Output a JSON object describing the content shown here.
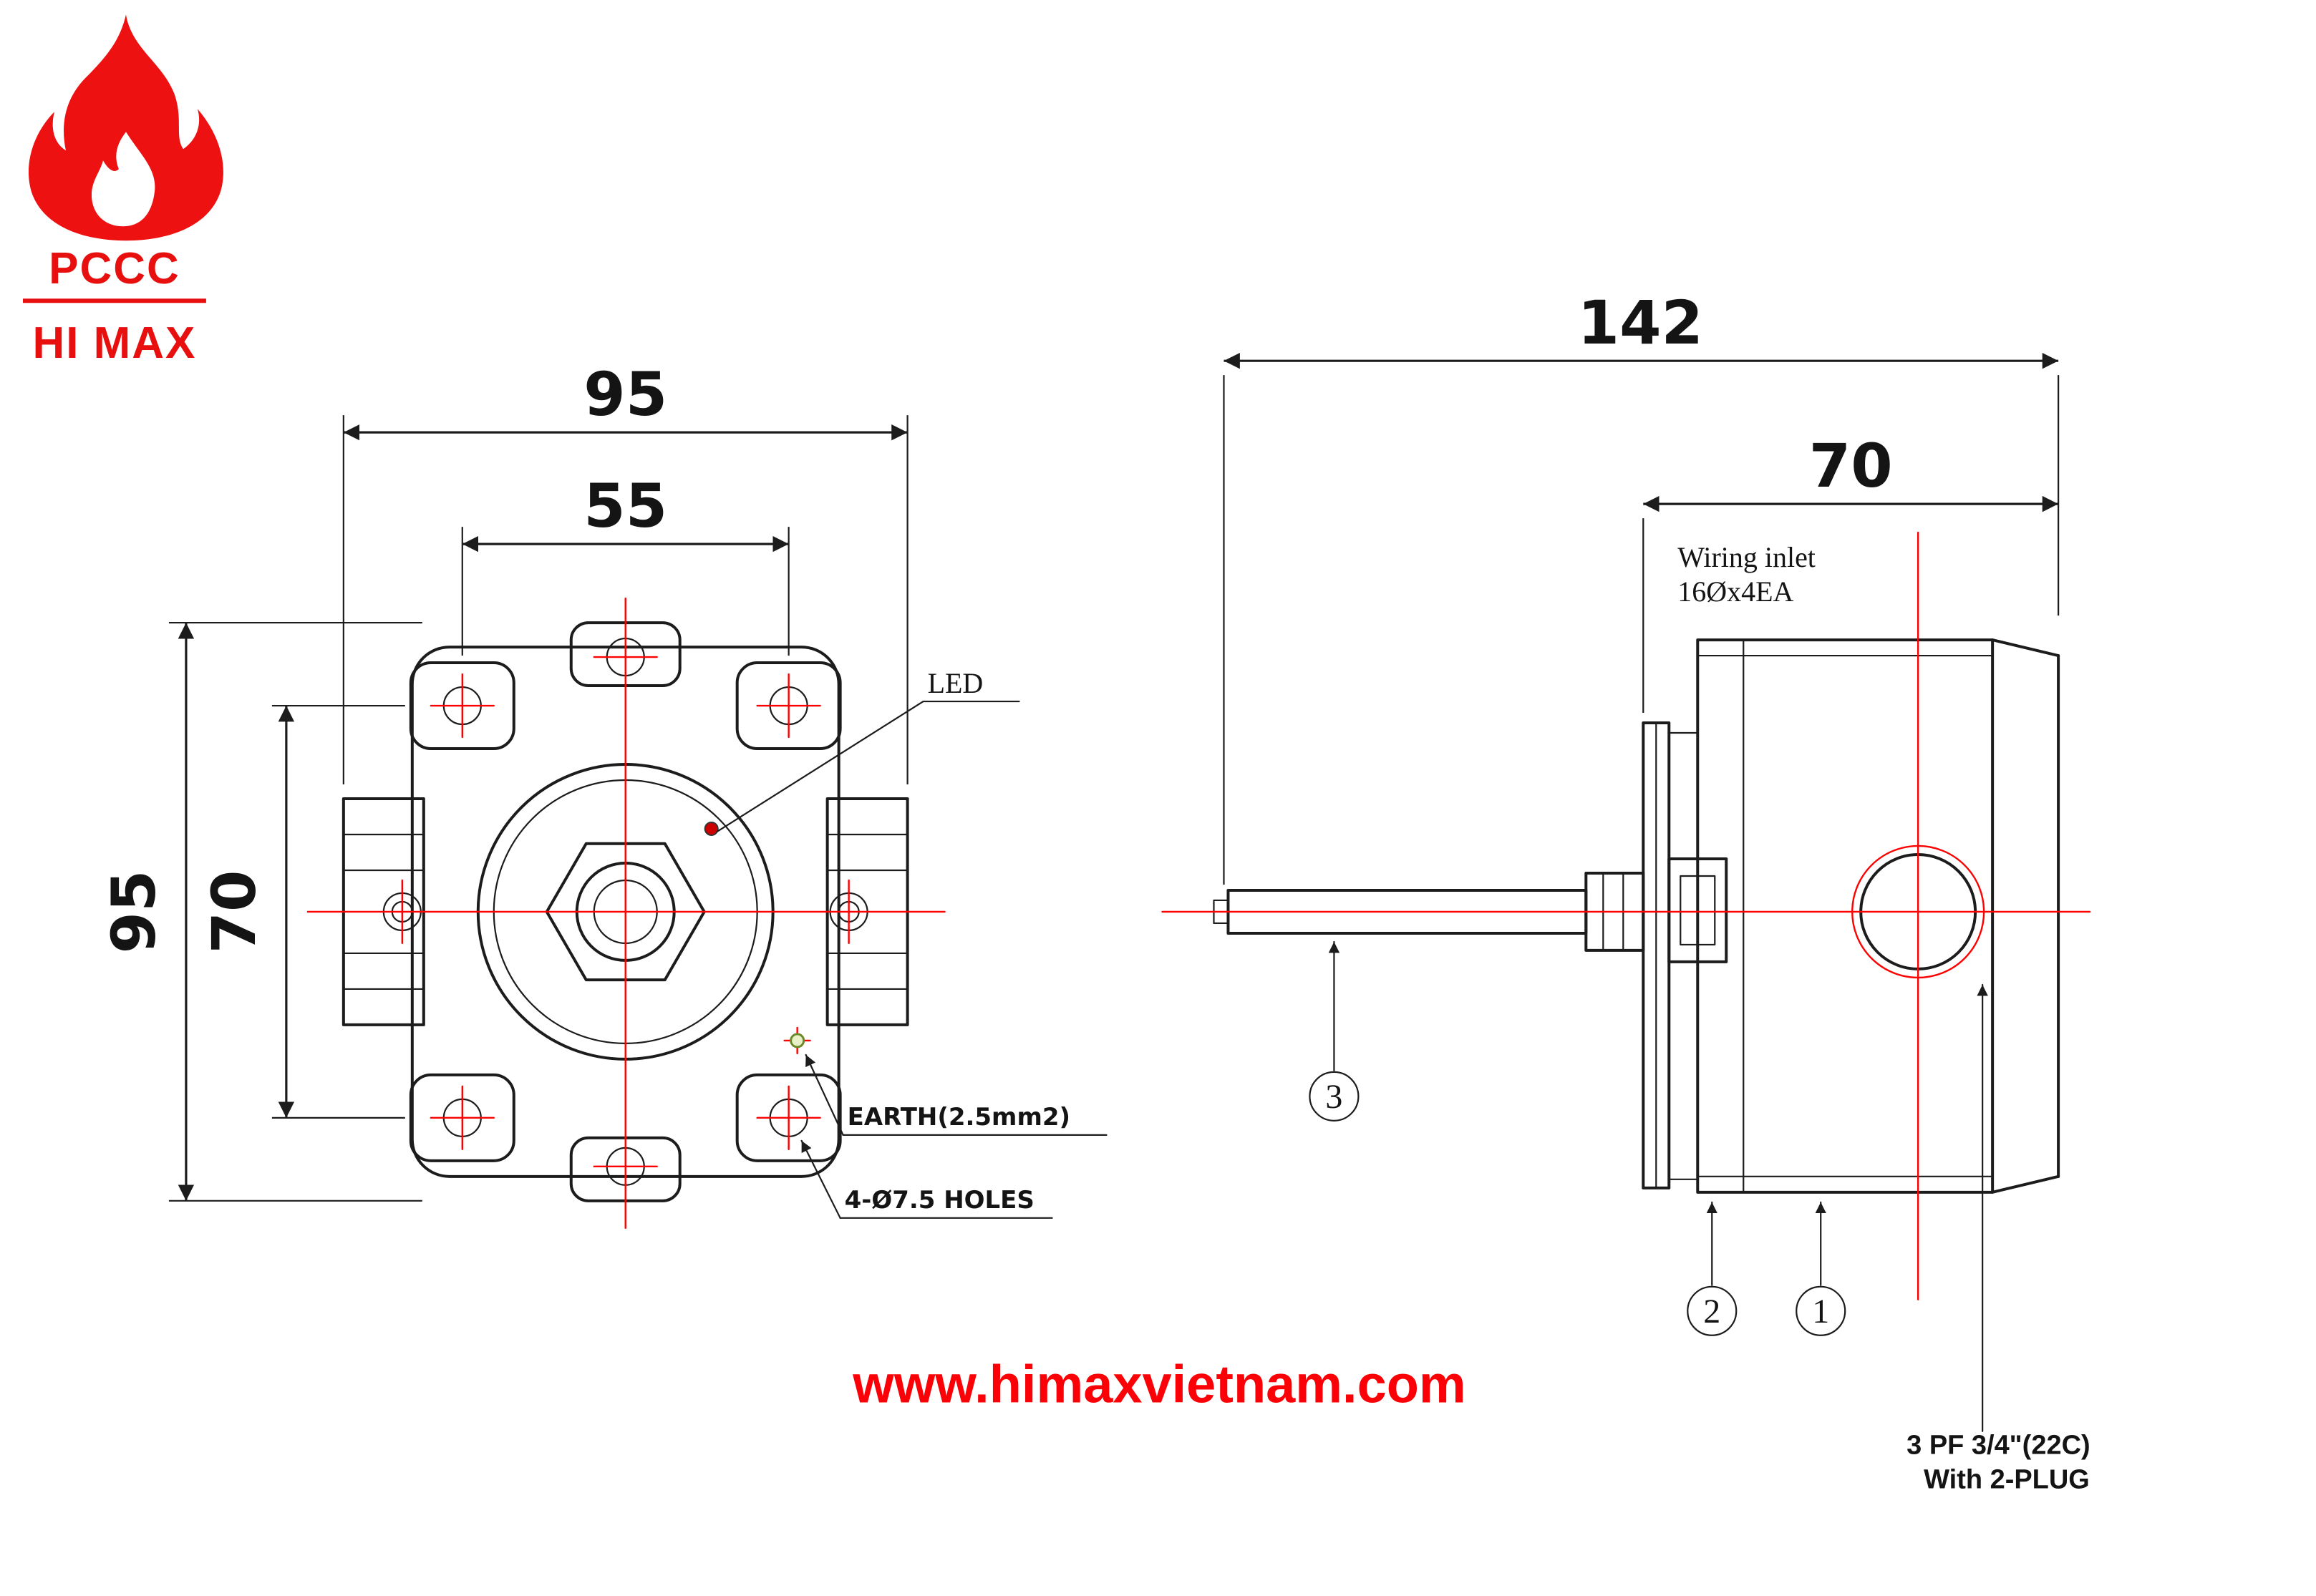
{
  "colors": {
    "accent_red": "#ff0000",
    "logo_red": "#e80f0f",
    "line": "#1c1c1c"
  },
  "logo": {
    "pccc": "PCCC",
    "himax": "HI MAX"
  },
  "front_view": {
    "dim_width_outer": "95",
    "dim_width_inner": "55",
    "dim_height_outer": "95",
    "dim_height_inner": "70",
    "led_label": "LED",
    "earth_label": "EARTH(2.5mm2)",
    "holes_label": "4-Ø7.5 HOLES"
  },
  "side_view": {
    "dim_length": "142",
    "dim_width": "70",
    "wiring_inlet_line1": "Wiring inlet",
    "wiring_inlet_line2": "16Øx4EA",
    "callout_1": "1",
    "callout_2": "2",
    "callout_3": "3",
    "plug_note_line1": "3 PF 3/4\"(22C)",
    "plug_note_line2": "With 2-PLUG"
  },
  "footer": {
    "website": "www.himaxvietnam.com"
  }
}
